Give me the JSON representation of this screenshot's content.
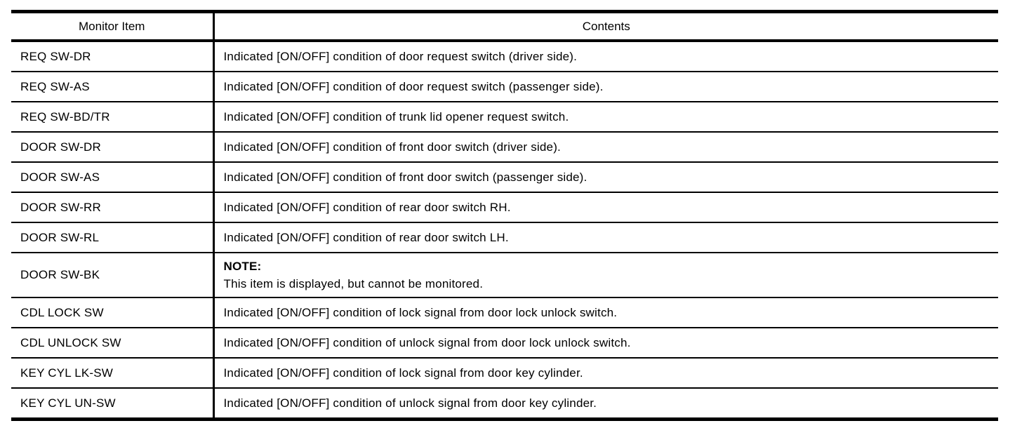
{
  "table": {
    "headers": {
      "monitor_item": "Monitor Item",
      "contents": "Contents"
    },
    "rows": [
      {
        "item": "REQ SW-DR",
        "contents": "Indicated [ON/OFF] condition of door request switch (driver side)."
      },
      {
        "item": "REQ SW-AS",
        "contents": "Indicated [ON/OFF] condition of door request switch (passenger side)."
      },
      {
        "item": "REQ SW-BD/TR",
        "contents": "Indicated [ON/OFF] condition of trunk lid opener request switch."
      },
      {
        "item": "DOOR SW-DR",
        "contents": "Indicated [ON/OFF] condition of front door switch (driver side)."
      },
      {
        "item": "DOOR SW-AS",
        "contents": "Indicated [ON/OFF] condition of front door switch (passenger side)."
      },
      {
        "item": "DOOR SW-RR",
        "contents": "Indicated [ON/OFF] condition of rear door switch RH."
      },
      {
        "item": "DOOR SW-RL",
        "contents": "Indicated [ON/OFF] condition of rear door switch LH."
      },
      {
        "item": "DOOR SW-BK",
        "note_label": "NOTE:",
        "contents": "This item is displayed, but cannot be monitored."
      },
      {
        "item": "CDL LOCK SW",
        "contents": "Indicated [ON/OFF] condition of lock signal from door lock unlock switch."
      },
      {
        "item": "CDL UNLOCK SW",
        "contents": "Indicated [ON/OFF] condition of unlock signal from door lock unlock switch."
      },
      {
        "item": "KEY CYL LK-SW",
        "contents": "Indicated [ON/OFF] condition of lock signal from door key cylinder."
      },
      {
        "item": "KEY CYL UN-SW",
        "contents": "Indicated [ON/OFF] condition of unlock signal from door key cylinder."
      }
    ],
    "colors": {
      "border": "#000000",
      "text": "#000000",
      "background": "#ffffff"
    }
  }
}
